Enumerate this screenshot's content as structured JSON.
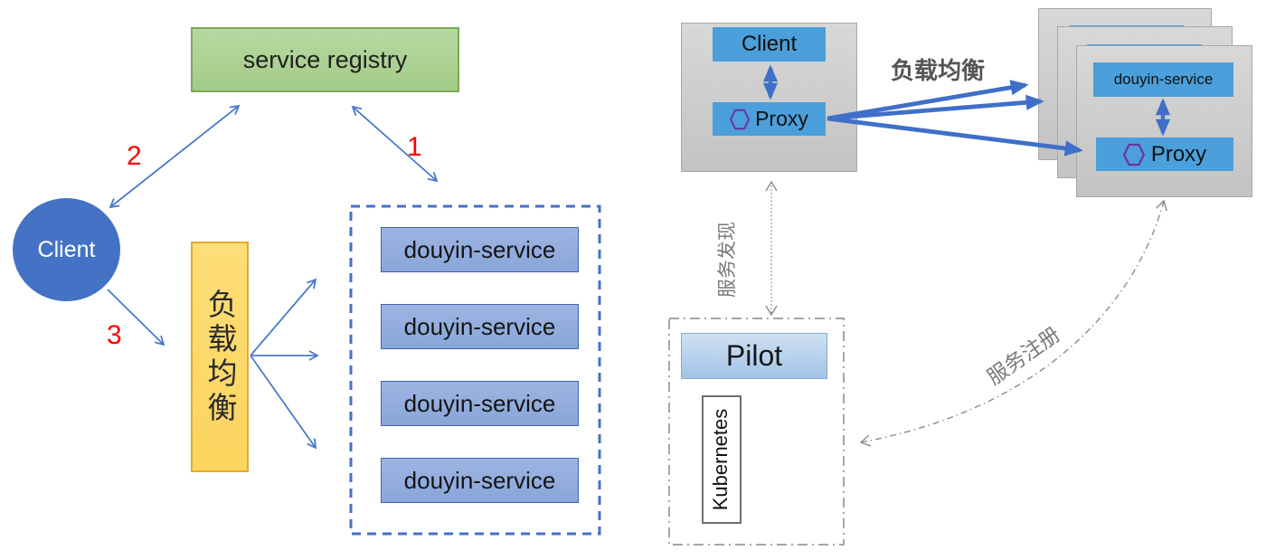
{
  "left": {
    "registry_label": "service registry",
    "client_label": "Client",
    "load_balancer_label": "负载均衡",
    "services": [
      "douyin-service",
      "douyin-service",
      "douyin-service",
      "douyin-service"
    ],
    "steps": {
      "one": "1",
      "two": "2",
      "three": "3"
    }
  },
  "right": {
    "pod": {
      "client_label": "Client",
      "proxy_label": "Proxy"
    },
    "lb_label": "负载均衡",
    "discovery_label": "服务发现",
    "register_label": "服务注册",
    "stack": {
      "service_label": "douyin-service",
      "proxy_label": "Proxy"
    },
    "pilot_label": "Pilot",
    "kubernetes_label": "Kubernetes"
  },
  "colors": {
    "arrow_blue": "#4472c4",
    "thick_arrow_blue": "#3f6fc8",
    "registry_green": "#a9d18e",
    "registry_border": "#7aa95b",
    "client_circle_blue": "#4472c4",
    "lb_yellow": "#ffd966",
    "service_box_blue": "#8faadc",
    "right_chip_blue": "#4b9fda",
    "card_gray": "#cecece",
    "hexagon_purple": "#7030a0",
    "step_red": "#ff0000",
    "gray_line": "#8c8c8c"
  }
}
